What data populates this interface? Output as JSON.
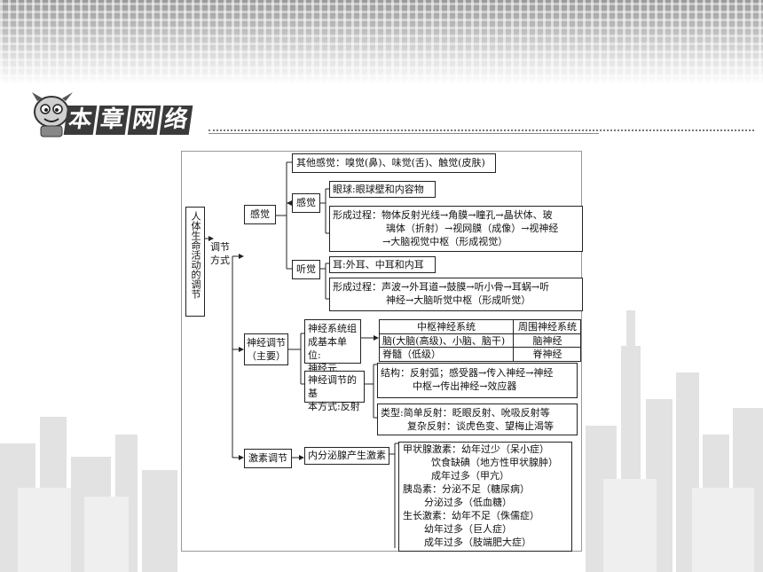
{
  "header": {
    "title_chars": [
      "本",
      "章",
      "网",
      "络"
    ]
  },
  "diagram": {
    "root": "人体生命活动的调节",
    "mode": "调节方式",
    "perception": {
      "label": "感觉",
      "other_senses": "其他感觉：嗅觉(鼻)、味觉(舌)、触觉(皮肤)",
      "vision": {
        "label": "感觉",
        "eye": "眼球:眼球壁和内容物",
        "process_lines": [
          "形成过程：物体反射光线→角膜→瞳孔→晶状体、玻",
          "璃体（折射）→视网膜（成像）→视神经",
          "→大脑视觉中枢（形成视觉）"
        ]
      },
      "hearing": {
        "label": "听觉",
        "ear": "耳:外耳、中耳和内耳",
        "process_lines": [
          "形成过程：声波→外耳道→鼓膜→听小骨→耳蜗→听",
          "神经→大脑听觉中枢（形成听觉）"
        ]
      }
    },
    "neural": {
      "label_lines": [
        "神经调节",
        "（主要）"
      ],
      "unit_lines": [
        "神经系统组",
        "成基本单位:",
        "神经元"
      ],
      "table": {
        "headers": [
          "中枢神经系统",
          "周围神经系统"
        ],
        "rows": [
          [
            "脑(大脑(高级)、小脑、脑干)",
            "脑神经"
          ],
          [
            "脊髓（低级）",
            "脊神经"
          ]
        ]
      },
      "basic_lines": [
        "神经调节的基",
        "本方式:反射"
      ],
      "structure_lines": [
        "结构：反射弧；感受器→传入神经→神经",
        "中枢→传出神经→效应器"
      ],
      "types_lines": [
        "类型:简单反射：眨眼反射、吮吸反射等",
        "复杂反射：谈虎色变、望梅止渴等"
      ]
    },
    "hormonal": {
      "label": "激素调节",
      "secretion": "内分泌腺产生激素",
      "details": [
        "甲状腺激素：幼年过少（呆小症）",
        "饮食缺碘（地方性甲状腺肿）",
        "成年过多（甲亢）",
        "胰岛素：分泌不足（糖尿病）",
        "分泌过多（低血糖）",
        "生长激素：幼年不足（侏儒症）",
        "幼年过多（巨人症）",
        "成年过多（肢端肥大症）"
      ]
    }
  }
}
